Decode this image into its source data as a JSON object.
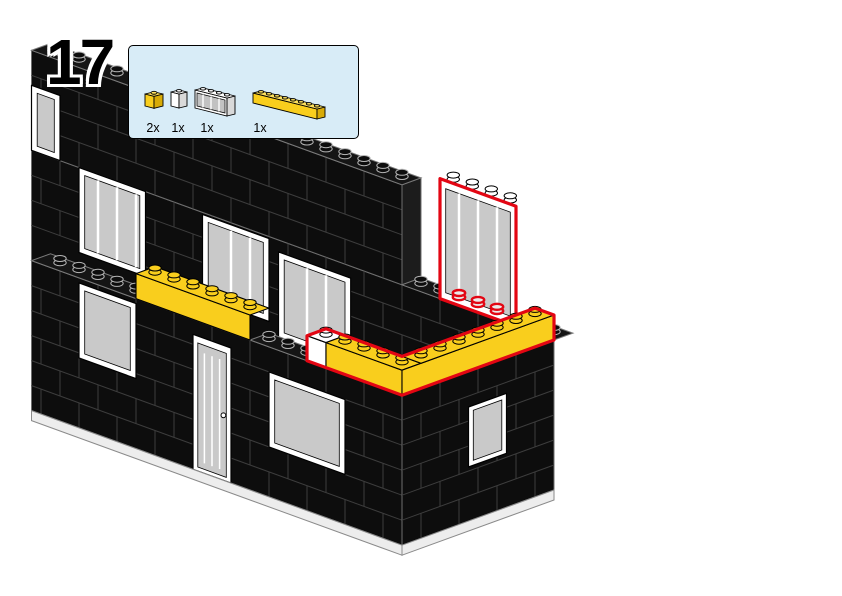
{
  "page": {
    "background": "#ffffff"
  },
  "step": {
    "number": "17"
  },
  "colors": {
    "page_bg": "#ffffff",
    "yellow": "#f9ce1d",
    "highlight": "#e30613",
    "brick": "#0d0d0d",
    "callout_bg": "#d8ecf7",
    "glass": "#c9c9c9",
    "base": "#ededed"
  },
  "callout": {
    "parts": [
      {
        "id": "brick-1x1-yellow",
        "qty": "2x",
        "color": "yellow"
      },
      {
        "id": "brick-1x1-white",
        "qty": "1x",
        "color": "white"
      },
      {
        "id": "window-1x4-with-bars",
        "qty": "1x",
        "color": "white"
      },
      {
        "id": "brick-1x8-yellow",
        "qty": "1x",
        "color": "yellow"
      }
    ]
  },
  "scene": {
    "highlighted": [
      {
        "id": "window-1x4-with-bars",
        "location": "rear-wall-top-right"
      },
      {
        "id": "brick-1x8-yellow",
        "location": "right-wall-top"
      },
      {
        "id": "brick-1x1-yellow",
        "location": "front-corner-top"
      },
      {
        "id": "brick-1x1-white",
        "location": "left-of-new-yellow-bricks"
      }
    ]
  }
}
